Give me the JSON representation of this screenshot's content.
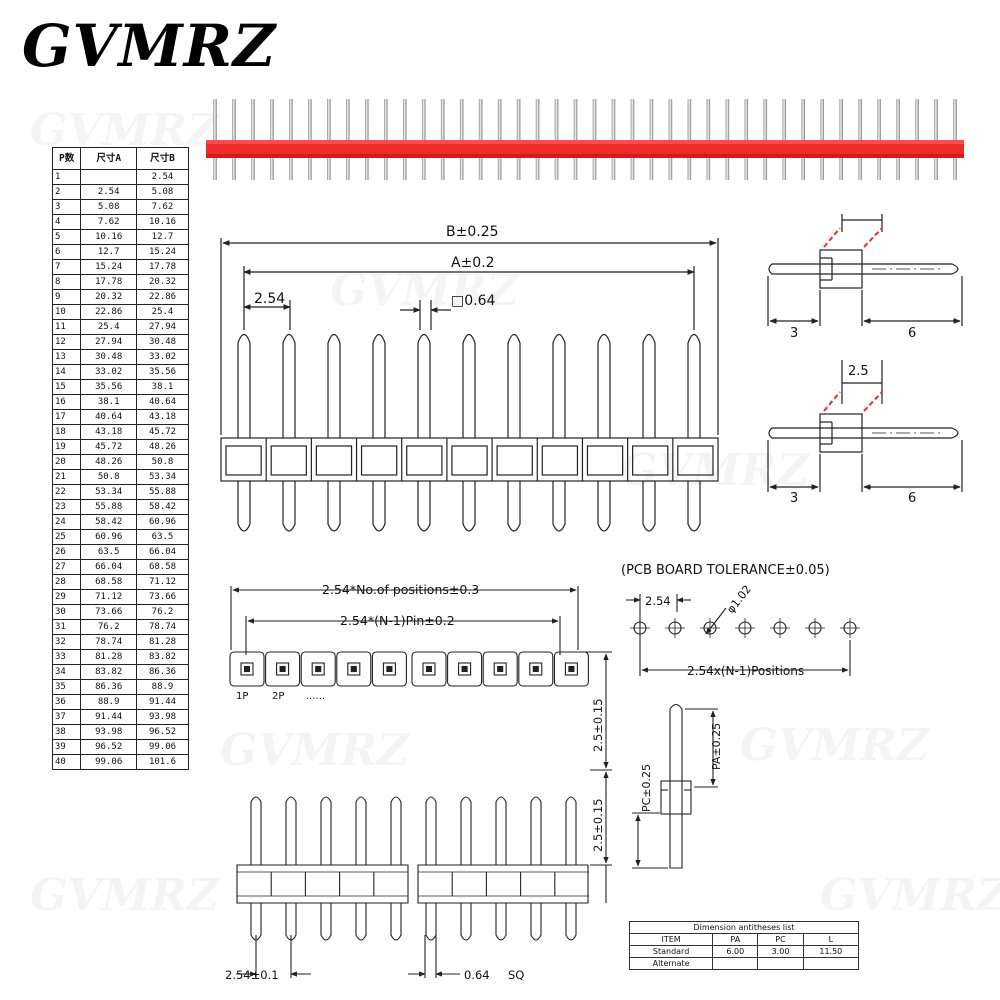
{
  "brand": "GVMRZ",
  "watermark": "GVMRZ",
  "pin_table": {
    "headers": [
      "P数",
      "尺寸A",
      "尺寸B"
    ],
    "rows": [
      [
        "1",
        "",
        "2.54"
      ],
      [
        "2",
        "2.54",
        "5.08"
      ],
      [
        "3",
        "5.08",
        "7.62"
      ],
      [
        "4",
        "7.62",
        "10.16"
      ],
      [
        "5",
        "10.16",
        "12.7"
      ],
      [
        "6",
        "12.7",
        "15.24"
      ],
      [
        "7",
        "15.24",
        "17.78"
      ],
      [
        "8",
        "17.78",
        "20.32"
      ],
      [
        "9",
        "20.32",
        "22.86"
      ],
      [
        "10",
        "22.86",
        "25.4"
      ],
      [
        "11",
        "25.4",
        "27.94"
      ],
      [
        "12",
        "27.94",
        "30.48"
      ],
      [
        "13",
        "30.48",
        "33.02"
      ],
      [
        "14",
        "33.02",
        "35.56"
      ],
      [
        "15",
        "35.56",
        "38.1"
      ],
      [
        "16",
        "38.1",
        "40.64"
      ],
      [
        "17",
        "40.64",
        "43.18"
      ],
      [
        "18",
        "43.18",
        "45.72"
      ],
      [
        "19",
        "45.72",
        "48.26"
      ],
      [
        "20",
        "48.26",
        "50.8"
      ],
      [
        "21",
        "50.8",
        "53.34"
      ],
      [
        "22",
        "53.34",
        "55.88"
      ],
      [
        "23",
        "55.88",
        "58.42"
      ],
      [
        "24",
        "58.42",
        "60.96"
      ],
      [
        "25",
        "60.96",
        "63.5"
      ],
      [
        "26",
        "63.5",
        "66.04"
      ],
      [
        "27",
        "66.04",
        "68.58"
      ],
      [
        "28",
        "68.58",
        "71.12"
      ],
      [
        "29",
        "71.12",
        "73.66"
      ],
      [
        "30",
        "73.66",
        "76.2"
      ],
      [
        "31",
        "76.2",
        "78.74"
      ],
      [
        "32",
        "78.74",
        "81.28"
      ],
      [
        "33",
        "81.28",
        "83.82"
      ],
      [
        "34",
        "83.82",
        "86.36"
      ],
      [
        "35",
        "86.36",
        "88.9"
      ],
      [
        "36",
        "88.9",
        "91.44"
      ],
      [
        "37",
        "91.44",
        "93.98"
      ],
      [
        "38",
        "93.98",
        "96.52"
      ],
      [
        "39",
        "96.52",
        "99.06"
      ],
      [
        "40",
        "99.06",
        "101.6"
      ]
    ]
  },
  "colors": {
    "header_strip": "#ee2a2a",
    "pin_metal": "#c9c9c9",
    "line": "#222222"
  },
  "front_view": {
    "dim_b": "B±0.25",
    "dim_a": "A±0.2",
    "pitch": "2.54",
    "pin_sq": "□0.64"
  },
  "side_view_1": {
    "dim_left": "3",
    "dim_right": "6"
  },
  "side_view_2": {
    "dim_top": "2.5",
    "dim_left": "3",
    "dim_right": "6"
  },
  "top_view": {
    "total": "2.54*No.of positions±0.3",
    "pin_span": "2.54*(N-1)Pin±0.2",
    "label_1p": "1P",
    "label_2p": "2P",
    "ellipsis": "......"
  },
  "pcb": {
    "title": "(PCB BOARD TOLERANCE±0.05)",
    "pitch": "2.54",
    "hole": "φ1.02",
    "span": "2.54x(N-1)Positions"
  },
  "bottom_view": {
    "height_upper": "2.5±0.15",
    "height_lower": "2.5±0.15",
    "pitch": "2.54±0.1",
    "pin": "0.64",
    "sq": "SQ"
  },
  "pin_detail": {
    "pa": "PA±0.25",
    "pc": "PC±0.25"
  },
  "dimension_table": {
    "caption": "Dimension antitheses list",
    "headers": [
      "ITEM",
      "PA",
      "PC",
      "L"
    ],
    "rows": [
      [
        "Standard",
        "6.00",
        "3.00",
        "11.50"
      ],
      [
        "Alternate",
        "",
        "",
        ""
      ]
    ]
  }
}
